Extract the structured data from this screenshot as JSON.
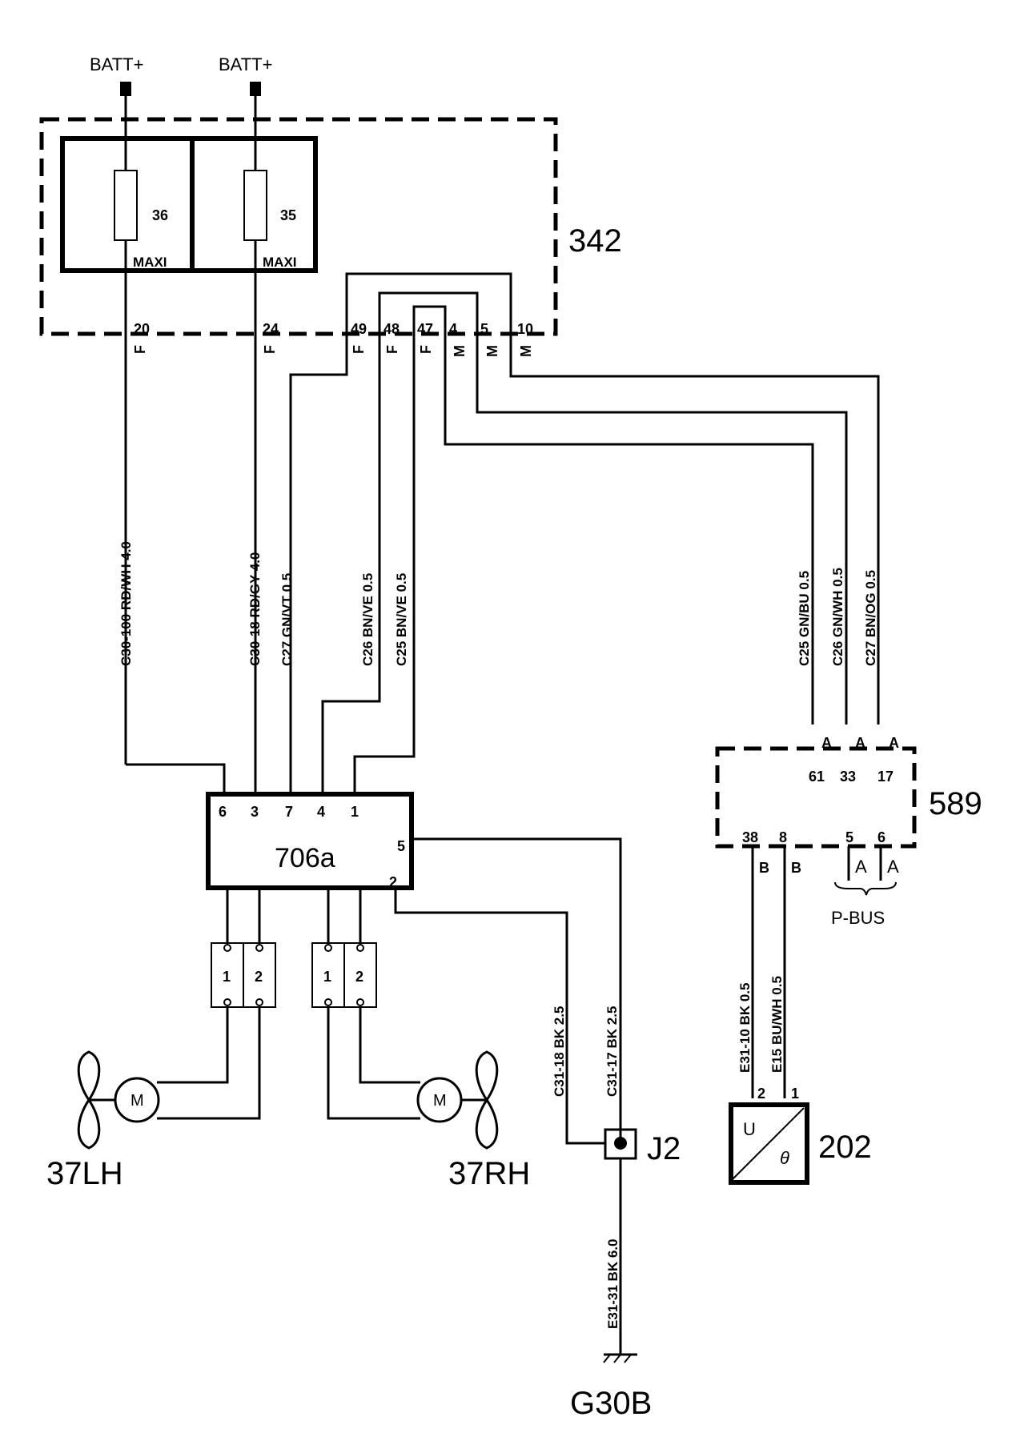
{
  "power": {
    "batt_left": "BATT+",
    "batt_right": "BATT+"
  },
  "fusebox": {
    "id": "342",
    "fuse_left": {
      "number": "36",
      "type": "MAXI"
    },
    "fuse_right": {
      "number": "35",
      "type": "MAXI"
    },
    "pins": [
      "20",
      "24",
      "49",
      "48",
      "47",
      "4",
      "5",
      "10"
    ],
    "pin_connectors": [
      "F",
      "F",
      "F",
      "F",
      "F",
      "M",
      "M",
      "M"
    ]
  },
  "wires": {
    "w1": "C30-100  RD/WH  4.0",
    "w2": "C30-18  RD/GY  4.0",
    "w3": "C27  GN/VT  0.5",
    "w4": "C26  BN/VE  0.5",
    "w5": "C25  BN/VE  0.5",
    "w6": "C25  GN/BU  0.5",
    "w7": "C26  GN/WH  0.5",
    "w8": "C27  BN/OG  0.5",
    "w9": "C31-18  BK  2.5",
    "w10": "C31-17  BK  2.5",
    "w11": "E31-31  BK  6.0",
    "w12": "E31-10  BK  0.5",
    "w13": "E15  BU/WH  0.5"
  },
  "module706": {
    "id": "706a",
    "pins_top": [
      "6",
      "3",
      "7",
      "4",
      "1"
    ],
    "pin_right": "5",
    "pin_bottom": "2"
  },
  "connectors": {
    "left": [
      "1",
      "2"
    ],
    "right": [
      "1",
      "2"
    ]
  },
  "motors": {
    "left": "37LH",
    "right": "37RH",
    "symbol": "M"
  },
  "module589": {
    "id": "589",
    "pins_top": [
      "61",
      "33",
      "17"
    ],
    "pins_top_conn": [
      "A",
      "A",
      "A"
    ],
    "pins_bottom": [
      "38",
      "8",
      "5",
      "6"
    ],
    "bottom_conn": [
      "B",
      "B",
      "A",
      "A"
    ],
    "bus": "P-BUS"
  },
  "junction": "J2",
  "ground": "G30B",
  "sensor": {
    "id": "202",
    "pin_left": "2",
    "pin_right": "1",
    "u": "U",
    "theta": "θ"
  }
}
